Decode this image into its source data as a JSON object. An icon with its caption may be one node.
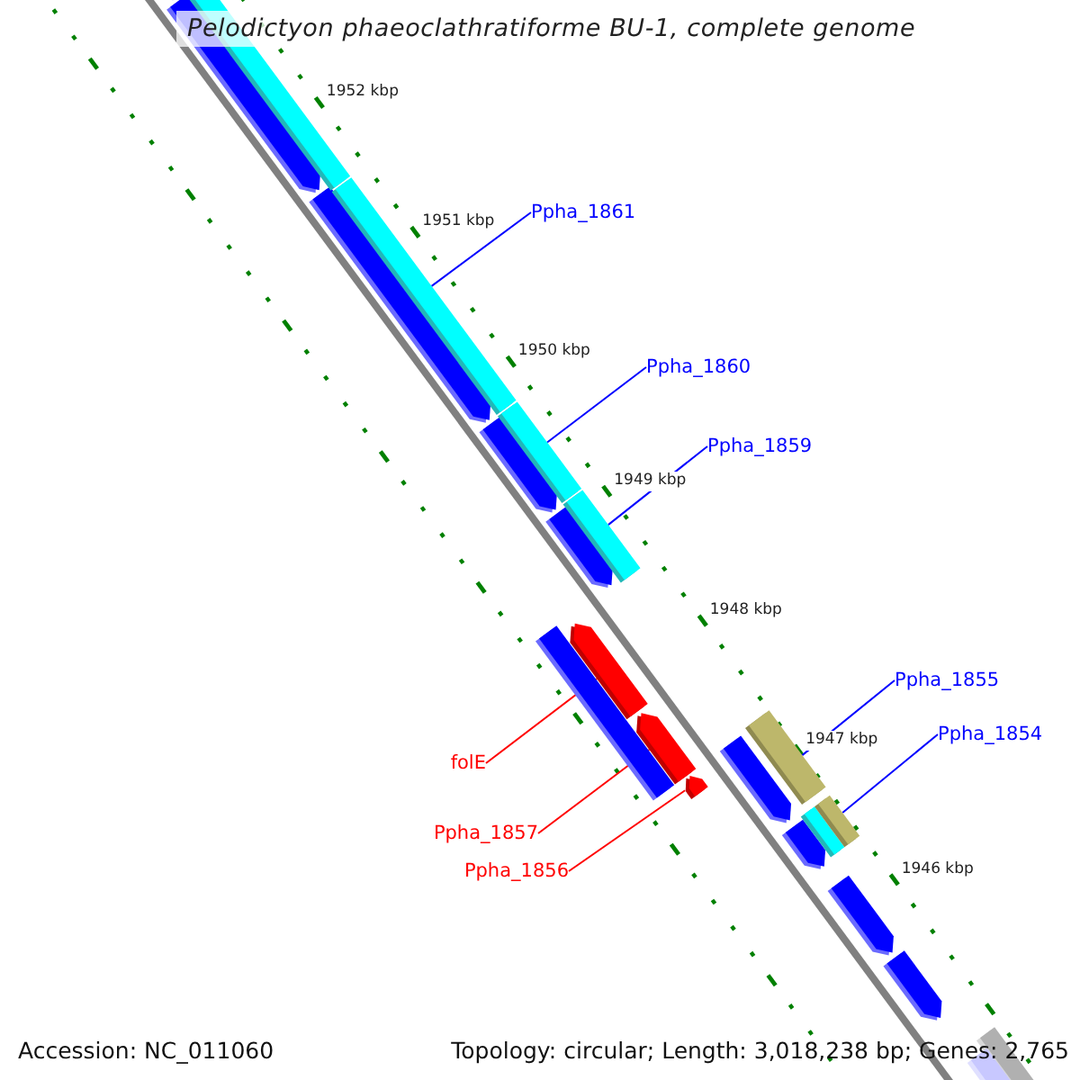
{
  "diagram": {
    "title": "Pelodictyon phaeoclathratiforme BU-1, complete genome",
    "nodes": [
      {
        "text": [
          "Ppha_1861"
        ]
      },
      {
        "text": [
          "Ppha_1860"
        ]
      },
      {
        "text": [
          "Ppha_1859"
        ]
      },
      {
        "text": [
          "Ppha_1855"
        ]
      },
      {
        "text": [
          "Ppha_1854"
        ]
      },
      {
        "text": [
          "folE"
        ]
      },
      {
        "text": [
          "Ppha_1857"
        ]
      },
      {
        "text": [
          "Ppha_1856"
        ]
      },
      {
        "text": [],
        "shape": "bar"
      },
      {
        "text": [],
        "shape": "bar"
      },
      {
        "text": [],
        "shape": "bar"
      },
      {
        "text": [],
        "shape": "bar"
      },
      {
        "text": [],
        "shape": "bar"
      },
      {
        "text": [],
        "shape": "bar"
      },
      {
        "text": [],
        "shape": "bar"
      },
      {
        "text": [],
        "shape": "bar"
      }
    ],
    "edges": [
      {
        "from": 0,
        "to": 8,
        "arrow": "none"
      },
      {
        "from": 1,
        "to": 9,
        "arrow": "none"
      },
      {
        "from": 2,
        "to": 10,
        "arrow": "none"
      },
      {
        "from": 3,
        "to": 13,
        "arrow": "none"
      },
      {
        "from": 4,
        "to": 15,
        "arrow": "none"
      },
      {
        "from": 5,
        "to": 11,
        "arrow": "none",
        "color": "#ff0000"
      },
      {
        "from": 6,
        "to": 12,
        "arrow": "none",
        "color": "#ff0000"
      },
      {
        "from": 7,
        "to": 14,
        "arrow": "none",
        "color": "#ff0000"
      }
    ],
    "labels": [
      "1952 kbp",
      "1951 kbp",
      "1950 kbp",
      "1949 kbp",
      "1948 kbp",
      "1947 kbp",
      "1946 kbp",
      "Accession: NC_011060",
      "Topology: circular; Length: 3,018,238 bp; Genes: 2,765"
    ]
  }
}
